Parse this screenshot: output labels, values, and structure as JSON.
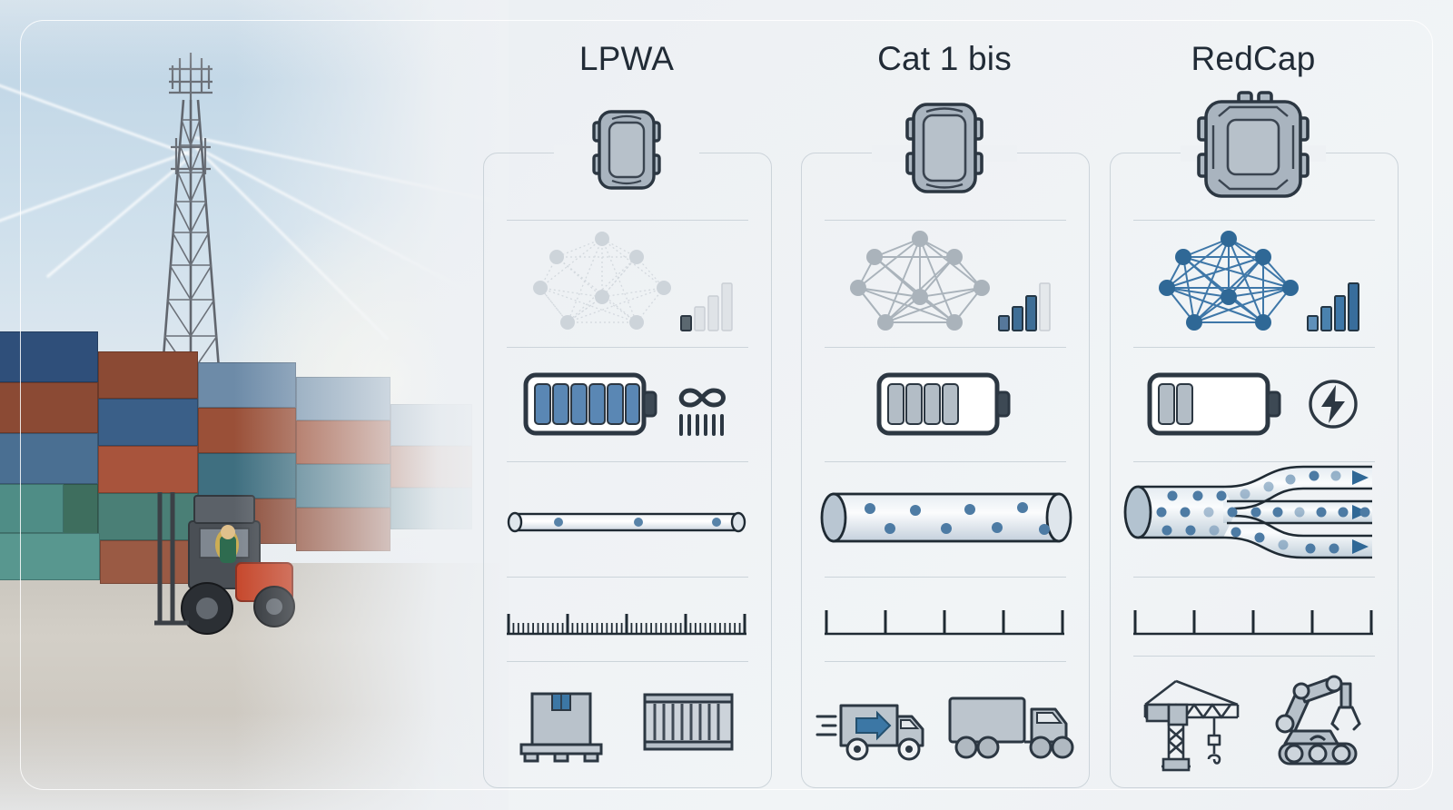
{
  "figure": {
    "type": "comparison-infographic",
    "background_scene": "logistics yard with cell tower, shipping containers and forklift"
  },
  "columns": [
    {
      "id": "lpwa",
      "title": "LPWA",
      "rows": {
        "module": {
          "icon": "iot-module-icon",
          "size": "small",
          "label": "LPWA module"
        },
        "coverage": {
          "icon": "mesh-network-icon",
          "style": "dotted-faint",
          "node_count": 8,
          "signal": {
            "icon": "signal-bars-icon",
            "bars_total": 4,
            "bars_filled": 1,
            "color": "#3c4652"
          }
        },
        "power": {
          "icon": "battery-icon",
          "cells_total": 6,
          "cells_filled": 6,
          "cell_color": "#5a87b4",
          "badge": {
            "icon": "infinity-icon",
            "label": "infinite battery life"
          }
        },
        "throughput": {
          "icon": "data-pipe-icon",
          "pipe_width": "thin",
          "packet_count": 3,
          "streams": 1,
          "arrows": 0
        },
        "latency": {
          "icon": "ruler-icon",
          "minor_ticks": 48,
          "major_ticks": 5,
          "density": "high"
        },
        "usecases": [
          {
            "icon": "pallet-box-icon",
            "label": "palletised goods"
          },
          {
            "icon": "shipping-container-icon",
            "label": "shipping container"
          }
        ]
      }
    },
    {
      "id": "cat1bis",
      "title": "Cat 1 bis",
      "rows": {
        "module": {
          "icon": "iot-module-icon",
          "size": "medium",
          "label": "Cat 1 bis module"
        },
        "coverage": {
          "icon": "mesh-network-icon",
          "style": "solid-gray",
          "node_count": 8,
          "signal": {
            "icon": "signal-bars-icon",
            "bars_total": 4,
            "bars_filled": 3,
            "color": "#3e6e96"
          }
        },
        "power": {
          "icon": "battery-icon",
          "cells_total": 6,
          "cells_filled": 4,
          "cell_color": "#b3bdc6",
          "badge": null
        },
        "throughput": {
          "icon": "data-pipe-icon",
          "pipe_width": "medium",
          "packet_count": 9,
          "streams": 1,
          "arrows": 0
        },
        "latency": {
          "icon": "ruler-icon",
          "minor_ticks": 0,
          "major_ticks": 5,
          "density": "low"
        },
        "usecases": [
          {
            "icon": "delivery-van-icon",
            "label": "express delivery van"
          },
          {
            "icon": "semi-truck-icon",
            "label": "articulated truck"
          }
        ]
      }
    },
    {
      "id": "redcap",
      "title": "RedCap",
      "rows": {
        "module": {
          "icon": "iot-module-icon",
          "size": "large",
          "label": "RedCap module"
        },
        "coverage": {
          "icon": "mesh-network-icon",
          "style": "solid-blue-dense",
          "node_count": 8,
          "signal": {
            "icon": "signal-bars-icon",
            "bars_total": 4,
            "bars_filled": 4,
            "color": "#3e77a8"
          }
        },
        "power": {
          "icon": "battery-icon",
          "cells_total": 6,
          "cells_filled": 2,
          "cell_color": "#b3bdc6",
          "badge": {
            "icon": "lightning-bolt-icon",
            "label": "high power draw"
          }
        },
        "throughput": {
          "icon": "data-pipe-icon",
          "pipe_width": "thick",
          "packet_count": 34,
          "streams": 3,
          "arrows": 3
        },
        "latency": {
          "icon": "ruler-icon",
          "minor_ticks": 0,
          "major_ticks": 5,
          "density": "lowest"
        },
        "usecases": [
          {
            "icon": "tower-crane-icon",
            "label": "tower crane"
          },
          {
            "icon": "robot-arm-icon",
            "label": "mobile robot arm"
          }
        ]
      }
    }
  ],
  "row_order": [
    "module",
    "coverage",
    "power",
    "throughput",
    "latency",
    "usecases"
  ],
  "palette": {
    "page_bg": "#eef1f4",
    "ink": "#2c3742",
    "ink_soft": "#3c4652",
    "accent_blue": "#3e77a8",
    "accent_blue_light": "#5a87b4",
    "metal": "#b0bac4",
    "metal_light": "#c8d0d8",
    "divider": "#ccd4da",
    "faint": "#d7dde2"
  },
  "scene": {
    "sky": "#cfe0ec",
    "ground": "#cdc8c0",
    "container_colors": [
      "#2f4f7a",
      "#8b4a34",
      "#3e6e5e",
      "#6d8ba8",
      "#a8543c",
      "#4a7f76"
    ]
  }
}
